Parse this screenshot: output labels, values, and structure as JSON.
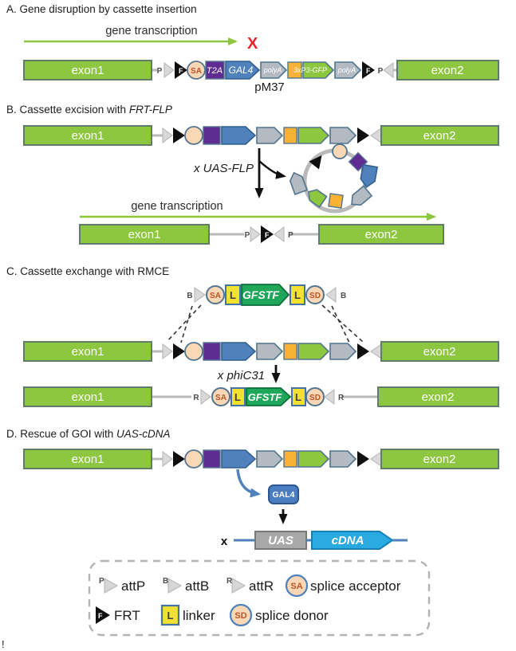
{
  "elements": {
    "exon1": "exon1",
    "exon2": "exon2",
    "attP": "P",
    "attB": "B",
    "attR": "R",
    "frt": "F",
    "sa": "SA",
    "sd": "SD",
    "t2a": "T2A",
    "gal4": "GAL4",
    "polyA": "polyA",
    "p3_gfp": "3xP3-GFP",
    "gfstf": "GFSTF",
    "linker": "L",
    "uas": "UAS",
    "cdna": "cDNA"
  },
  "panel_a": {
    "title": "A. Gene disruption by cassette insertion",
    "transcription_label": "gene transcription",
    "block_mark": "X",
    "plasmid_name": "pM37"
  },
  "panel_b": {
    "title_prefix": "B. Cassette excision with ",
    "title_italic": "FRT-FLP",
    "cross_label": "x UAS-FLP",
    "transcription_label": "gene transcription"
  },
  "panel_c": {
    "title": "C. Cassette exchange with RMCE",
    "cross_label": "x phiC31"
  },
  "panel_d": {
    "title_prefix": "D. Rescue of GOI with ",
    "title_italic": "UAS-cDNA",
    "cross_mark": "x",
    "gal4_badge": "GAL4"
  },
  "legend": {
    "attP": "attP",
    "attB": "attB",
    "attR": "attR",
    "splice_acceptor": "splice acceptor",
    "frt": "FRT",
    "linker": "linker",
    "splice_donor": "splice donor"
  },
  "footnote": "!",
  "colors": {
    "exon_green": "#8dc63f",
    "exon_border": "#5f7d68",
    "cassette_blue": "#4f81bd",
    "t2a_purple": "#5f2d91",
    "splice_peach": "#fbd8b5",
    "polya_grey": "#b3bac2",
    "marker_orange": "#f9b233",
    "gfstf_green": "#1ea75a",
    "linker_yellow": "#f2e130",
    "cdna_blue": "#29abe2",
    "uas_grey": "#a8a8a8",
    "transcription_green": "#8cc63e",
    "block_red": "#e8252a",
    "connector_grey": "#b9b9b9"
  }
}
